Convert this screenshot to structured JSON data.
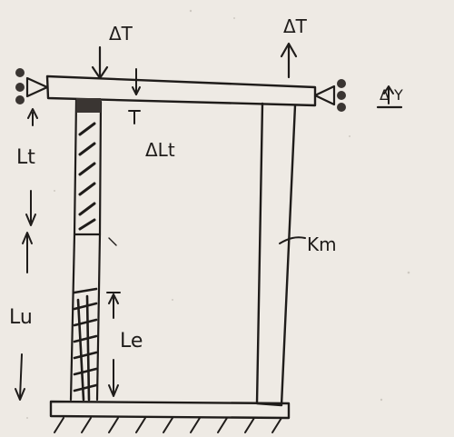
{
  "labels": {
    "delta_t_left": "ΔT",
    "delta_t_right": "ΔT",
    "delta_y": "Δ Y",
    "delta_lt": "ΔLt",
    "lt": "Lt",
    "lu": "Lu",
    "le": "Le",
    "km": "Km"
  },
  "colors": {
    "paper": "#eeeae4",
    "ink": "#1f1c1a",
    "hatch": "#2a2624"
  }
}
